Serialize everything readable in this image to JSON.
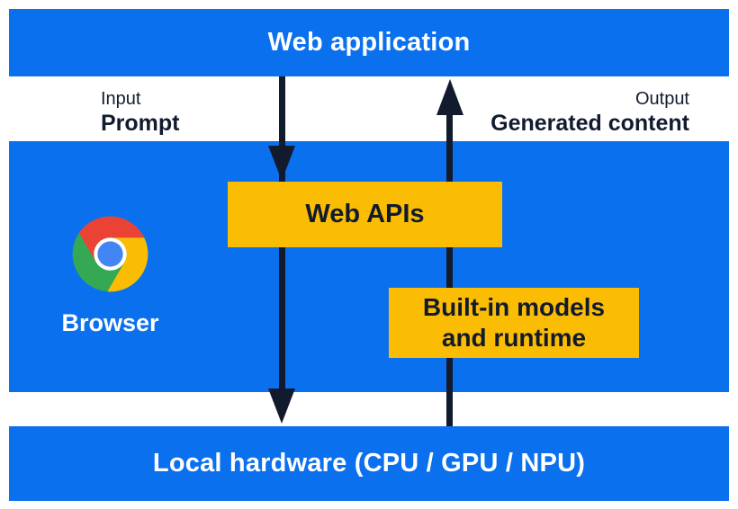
{
  "colors": {
    "blue": "#0b70ee",
    "yellow": "#fbbc04",
    "ink": "#121b2e",
    "chrome_red": "#ea4335",
    "chrome_yellow": "#fbbc04",
    "chrome_green": "#34a853",
    "chrome_blue": "#4285f4"
  },
  "top_bar": {
    "label": "Web application"
  },
  "io": {
    "input_title": "Input",
    "input_label": "Prompt",
    "output_title": "Output",
    "output_label": "Generated content"
  },
  "browser": {
    "label": "Browser",
    "logo_icon": "chrome-logo"
  },
  "boxes": {
    "web_apis_label": "Web APIs",
    "builtin_line1": "Built-in models",
    "builtin_line2": "and runtime"
  },
  "bottom_bar": {
    "label": "Local hardware (CPU / GPU / NPU)"
  }
}
